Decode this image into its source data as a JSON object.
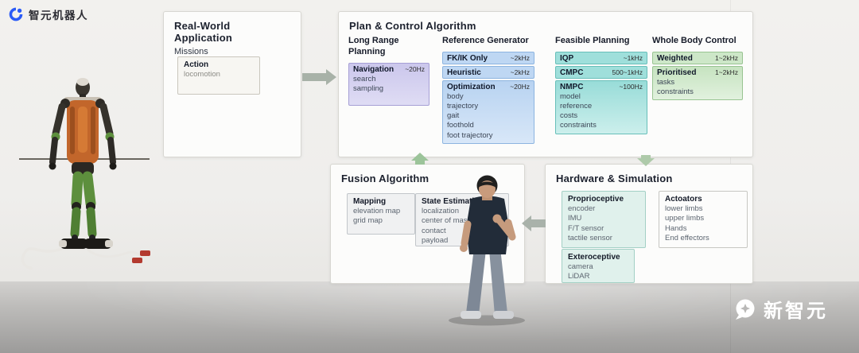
{
  "logo": {
    "brand": "智元机器人"
  },
  "watermark": {
    "brand": "新智元"
  },
  "colors": {
    "logo_blue": "#2b5bf7",
    "panel_bg": "#fcfcfb",
    "lavender": "#cbc7ec",
    "blue": "#bed7f3",
    "teal": "#9fdfdb",
    "green": "#cde7c8",
    "hardware_teal": "#e0f1ec",
    "arrow_gray_green": "#a8b2a8",
    "arrow_green": "#a2c49e"
  },
  "real_world": {
    "title": "Real-World Application",
    "subtitle": "Missions",
    "action": {
      "label": "Action",
      "items": [
        "locomotion"
      ]
    }
  },
  "plan_control": {
    "title": "Plan & Control Algorithm",
    "columns": [
      {
        "header": "Long Range Planning",
        "blocks": [
          {
            "label": "Navigation",
            "rate": "~20Hz",
            "items": [
              "search",
              "sampling"
            ]
          }
        ]
      },
      {
        "header": "Reference Generator",
        "blocks": [
          {
            "label": "FK/IK Only",
            "rate": "~2kHz",
            "items": []
          },
          {
            "label": "Heuristic",
            "rate": "~2kHz",
            "items": []
          },
          {
            "label": "Optimization",
            "rate": "~20Hz",
            "items": [
              "body",
              "trajectory",
              "gait",
              "foothold",
              "foot trajectory"
            ]
          }
        ]
      },
      {
        "header": "Feasible Planning",
        "blocks": [
          {
            "label": "IQP",
            "rate": "~1kHz",
            "items": []
          },
          {
            "label": "CMPC",
            "rate": "500~1kHz",
            "items": []
          },
          {
            "label": "NMPC",
            "rate": "~100Hz",
            "items": [
              "model",
              "reference",
              "costs",
              "constraints"
            ]
          }
        ]
      },
      {
        "header": "Whole Body Control",
        "blocks": [
          {
            "label": "Weighted",
            "rate": "1~2kHz",
            "items": []
          },
          {
            "label": "Prioritised",
            "rate": "1~2kHz",
            "items": [
              "tasks",
              "constraints"
            ]
          }
        ]
      }
    ]
  },
  "fusion": {
    "title": "Fusion Algorithm",
    "blocks": [
      {
        "label": "Mapping",
        "items": [
          "elevation map",
          "grid map"
        ]
      },
      {
        "label": "State Estimation",
        "items": [
          "localization",
          "center of mass",
          "contact",
          "payload"
        ]
      }
    ]
  },
  "hardware": {
    "title": "Hardware & Simulation",
    "blocks": [
      {
        "label": "Proprioceptive",
        "items": [
          "encoder",
          "IMU",
          "F/T sensor",
          "tactile sensor"
        ]
      },
      {
        "label": "Exteroceptive",
        "items": [
          "camera",
          "LiDAR"
        ]
      },
      {
        "label": "Actoators",
        "items": [
          "lower limbs",
          "upper limbs",
          "Hands",
          "End effectors"
        ]
      }
    ]
  }
}
